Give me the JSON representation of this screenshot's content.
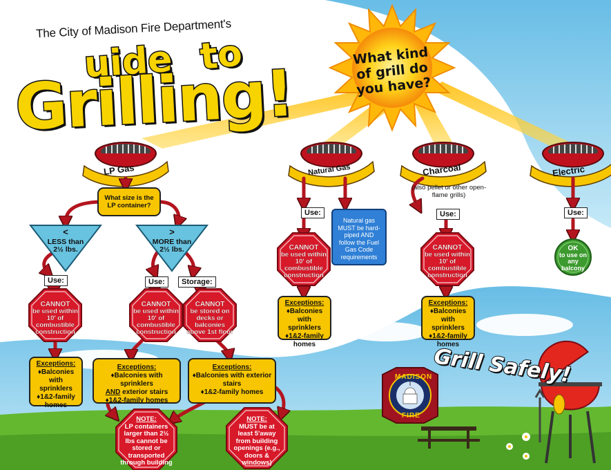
{
  "header": {
    "subtitle": "The City of Madison Fire Department's",
    "title_line1_a": "uide",
    "title_line1_b": "to",
    "title_line2": "Grilling!"
  },
  "sun": {
    "question": "What kind of grill do you have?"
  },
  "grill_types": [
    {
      "label": "LP Gas"
    },
    {
      "label": "Natural Gas"
    },
    {
      "label": "Charcoal",
      "note": "(also pellet or other open-flame grills)"
    },
    {
      "label": "Electric"
    }
  ],
  "lp": {
    "question": "What size is the LP container?",
    "less": {
      "symbol": "<",
      "text": "LESS than 2½ lbs."
    },
    "more": {
      "symbol": ">",
      "text": "MORE than 2½ lbs."
    },
    "use_label": "Use:",
    "storage_label": "Storage:",
    "cannot_use": {
      "title": "CANNOT",
      "text": "be used within 10' of combustible construction"
    },
    "cannot_store": {
      "title": "CANNOT",
      "text": "be stored on decks or balconies above 1st floor"
    },
    "exceptions_small": {
      "title": "Exceptions:",
      "items": [
        "♦Balconies with sprinklers",
        "♦1&2-family homes"
      ]
    },
    "exceptions_large_use": {
      "title": "Exceptions:",
      "line1": "♦Balconies with sprinklers",
      "line2_strong": "AND",
      "line2_rest": " exterior stairs",
      "line3": "♦1&2-family homes"
    },
    "exceptions_large_storage": {
      "title": "Exceptions:",
      "items": [
        "♦Balconies with exterior stairs",
        "♦1&2-family homes"
      ]
    },
    "note1": {
      "title": "NOTE:",
      "text": "LP containers larger than 2½ lbs cannot be stored or transported through building"
    },
    "note2": {
      "title": "NOTE:",
      "text": "MUST be at least 5'away from building openings (e.g., doors & windows)"
    }
  },
  "natural_gas": {
    "use_label": "Use:",
    "cannot_use": {
      "title": "CANNOT",
      "text": "be used within 10' of combustible construction"
    },
    "piped_note": "Natural gas MUST be hard-piped AND follow the Fuel Gas Code requirements",
    "exceptions": {
      "title": "Exceptions:",
      "items": [
        "♦Balconies with sprinklers",
        "♦1&2-family homes"
      ]
    }
  },
  "charcoal": {
    "use_label": "Use:",
    "cannot_use": {
      "title": "CANNOT",
      "text": "be used within 10' of combustible construction"
    },
    "exceptions": {
      "title": "Exceptions:",
      "items": [
        "♦Balconies with sprinklers",
        "♦1&2-family homes"
      ]
    }
  },
  "electric": {
    "use_label": "Use:",
    "ok": {
      "title": "OK",
      "text": "to use on any balcony"
    }
  },
  "footer": {
    "slogan": "Grill Safely!",
    "seal_top": "MADISON",
    "seal_bottom": "FIRE"
  },
  "colors": {
    "sky": "#8fd0ef",
    "grass": "#63b82f",
    "title_yellow": "#f7d300",
    "box_yellow": "#f7c600",
    "stop_red": "#d7192a",
    "arrow_red": "#b3151f",
    "triangle_blue": "#67c3e0",
    "ok_green": "#3c9a2f",
    "info_blue": "#2f80d6"
  }
}
